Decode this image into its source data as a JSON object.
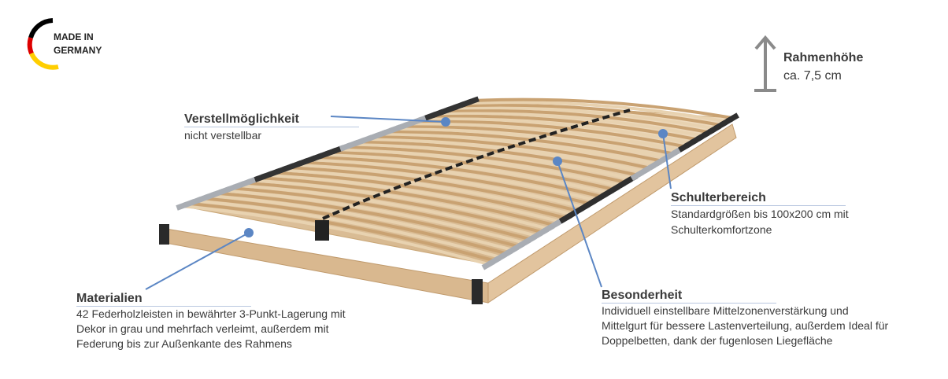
{
  "badge": {
    "line1": "MADE IN",
    "line2": "GERMANY"
  },
  "frame_height": {
    "title": "Rahmenhöhe",
    "value": "ca. 7,5 cm"
  },
  "callouts": {
    "adjustability": {
      "title": "Verstellmöglichkeit",
      "text": "nicht verstellbar"
    },
    "shoulder": {
      "title": "Schulterbereich",
      "line1": "Standardgrößen bis 100x200 cm mit",
      "line2": "Schulterkomfortzone"
    },
    "materials": {
      "title": "Materialien",
      "line1": "42 Federholzleisten in bewährter 3-Punkt-Lagerung mit",
      "line2": "Dekor in grau und mehrfach verleimt, außerdem mit",
      "line3": "Federung bis zur Außenkante des Rahmens"
    },
    "special": {
      "title": "Besonderheit",
      "line1": "Individuell einstellbare Mittelzonenverstärkung und",
      "line2": "Mittelgurt für bessere Lastenverteilung, außerdem Ideal für",
      "line3": "Doppelbetten, dank der fugenlosen Liegefläche"
    }
  },
  "colors": {
    "accent": "#5b86c4",
    "german_black": "#000000",
    "german_red": "#dd0000",
    "german_gold": "#ffce00"
  }
}
